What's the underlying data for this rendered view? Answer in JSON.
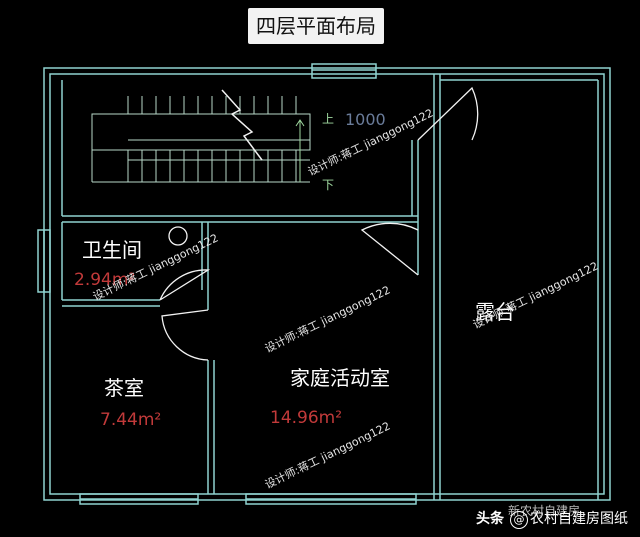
{
  "title": "四层平面布局",
  "stair": {
    "dimension": "1000",
    "up": "上",
    "down": "下"
  },
  "rooms": [
    {
      "name": "卫生间",
      "area": "2.94m²"
    },
    {
      "name": "茶室",
      "area": "7.44m²"
    },
    {
      "name": "家庭活动室",
      "area": "14.96m²"
    },
    {
      "name": "露台",
      "area": ""
    }
  ],
  "watermark": "设计师:蒋工 jianggong122",
  "footer": {
    "source": "头条",
    "author": "农村自建房图纸",
    "account": "新农村自建房"
  },
  "colors": {
    "background": "#000000",
    "wall": "#8fd2d0",
    "area_text": "#c23a3a",
    "room_text": "#ffffff"
  }
}
